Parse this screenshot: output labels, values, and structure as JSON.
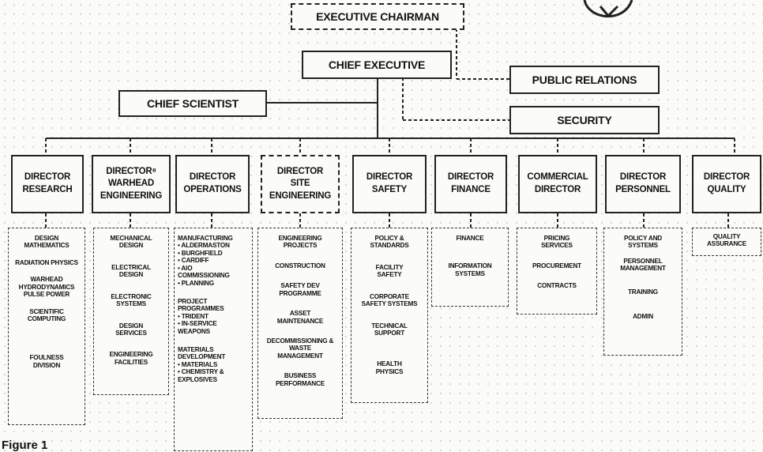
{
  "top": {
    "chairman": "EXECUTIVE CHAIRMAN",
    "chief_executive": "CHIEF EXECUTIVE",
    "chief_scientist": "CHIEF SCIENTIST",
    "public_relations": "PUBLIC RELATIONS",
    "security": "SECURITY"
  },
  "directors": [
    "DIRECTOR\nRESEARCH",
    "DIRECTOR⁸\nWARHEAD\nENGINEERING",
    "DIRECTOR\nOPERATIONS",
    "DIRECTOR\nSITE\nENGINEERING",
    "DIRECTOR\nSAFETY",
    "DIRECTOR\nFINANCE",
    "COMMERCIAL\nDIRECTOR",
    "DIRECTOR\nPERSONNEL",
    "DIRECTOR\nQUALITY"
  ],
  "departments": [
    [
      "DESIGN\nMATHEMATICS",
      "RADIATION PHYSICS",
      "WARHEAD\nHYDRODYNAMICS\nPULSE POWER",
      "SCIENTIFIC\nCOMPUTING",
      "FOULNESS\nDIVISION"
    ],
    [
      "MECHANICAL\nDESIGN",
      "ELECTRICAL\nDESIGN",
      "ELECTRONIC\nSYSTEMS",
      "DESIGN\nSERVICES",
      "ENGINEERING\nFACILITIES"
    ],
    [
      "MANUFACTURING\n• ALDERMASTON\n• BURGHFIELD\n• CARDIFF\n• AIO\n   COMMISSIONING\n• PLANNING",
      "PROJECT\nPROGRAMMES\n• TRIDENT\n• IN-SERVICE\n   WEAPONS",
      "MATERIALS\nDEVELOPMENT\n• MATERIALS\n• CHEMISTRY &\n   EXPLOSIVES"
    ],
    [
      "ENGINEERING\nPROJECTS",
      "CONSTRUCTION",
      "SAFETY DEV\nPROGRAMME",
      "ASSET\nMAINTENANCE",
      "DECOMMISSIONING &\nWASTE\nMANAGEMENT",
      "BUSINESS\nPERFORMANCE"
    ],
    [
      "POLICY &\nSTANDARDS",
      "FACILITY\nSAFETY",
      "CORPORATE\nSAFETY SYSTEMS",
      "TECHNICAL\nSUPPORT",
      "HEALTH\nPHYSICS"
    ],
    [
      "FINANCE",
      "INFORMATION\nSYSTEMS"
    ],
    [
      "PRICING\nSERVICES",
      "PROCUREMENT",
      "CONTRACTS"
    ],
    [
      "POLICY AND\nSYSTEMS",
      "PERSONNEL\nMANAGEMENT",
      "TRAINING",
      "ADMIN"
    ],
    [
      "QUALITY\nASSURANCE"
    ]
  ],
  "figure_label": "Figure 1"
}
